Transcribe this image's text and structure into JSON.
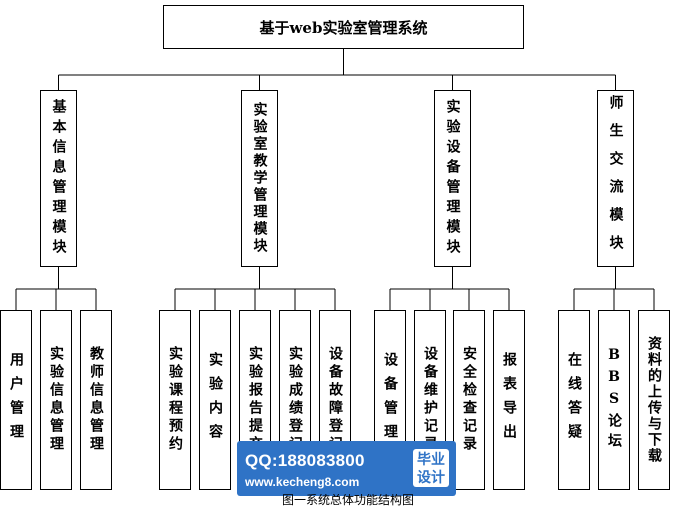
{
  "root": {
    "label": "基于web实验室管理系统"
  },
  "modules": [
    {
      "label": "基本信息管理模块",
      "children": [
        "用户管理",
        "实验信息管理",
        "教师信息管理"
      ]
    },
    {
      "label": "实验室教学管理模块",
      "children": [
        "实验课程预约",
        "实验内容",
        "实验报告提交",
        "实验成绩登记",
        "设备故障登记"
      ]
    },
    {
      "label": "实验设备管理模块",
      "children": [
        "设备管理",
        "设备维护记录",
        "安全检查记录",
        "报表导出"
      ]
    },
    {
      "label": "师生交流模块",
      "children": [
        "在线答疑",
        "BBS论坛",
        "资料的上传与下载"
      ]
    }
  ],
  "watermark": {
    "qq": "QQ:188083800",
    "url": "www.kecheng8.com",
    "badge_line1": "毕业",
    "badge_line2": "设计"
  },
  "caption": "图一系统总体功能结构图"
}
